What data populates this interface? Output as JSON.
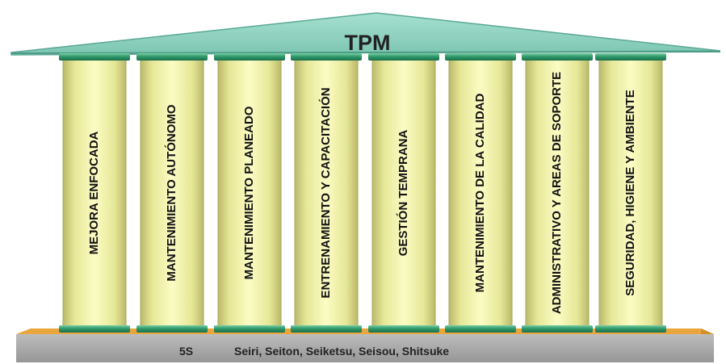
{
  "roof": {
    "title": "TPM"
  },
  "pillars": [
    {
      "label": "MEJORA ENFOCADA"
    },
    {
      "label": "MANTENIMIENTO AUTÓNOMO"
    },
    {
      "label": "MANTENIMIENTO PLANEADO"
    },
    {
      "label": "ENTRENAMIENTO Y CAPACITACIÓN"
    },
    {
      "label": "GESTIÓN TEMPRANA"
    },
    {
      "label": "MANTENIMIENTO DE LA CALIDAD"
    },
    {
      "label": "ADMINISTRATIVO  Y AREAS DE SOPORTE"
    },
    {
      "label": "SEGURIDAD, HIGIENE Y AMBIENTE"
    }
  ],
  "base": {
    "label": "5S",
    "items": "Seiri, Seiton, Seiketsu, Seisou, Shitsuke"
  },
  "colors": {
    "roof": "#8fd3c0",
    "roof_edge": "#5aa894",
    "pillar": "#eef0a0",
    "cap": "#2e9a6a",
    "base_top": "#e8a63c",
    "base_front": "#a7a7a7"
  }
}
